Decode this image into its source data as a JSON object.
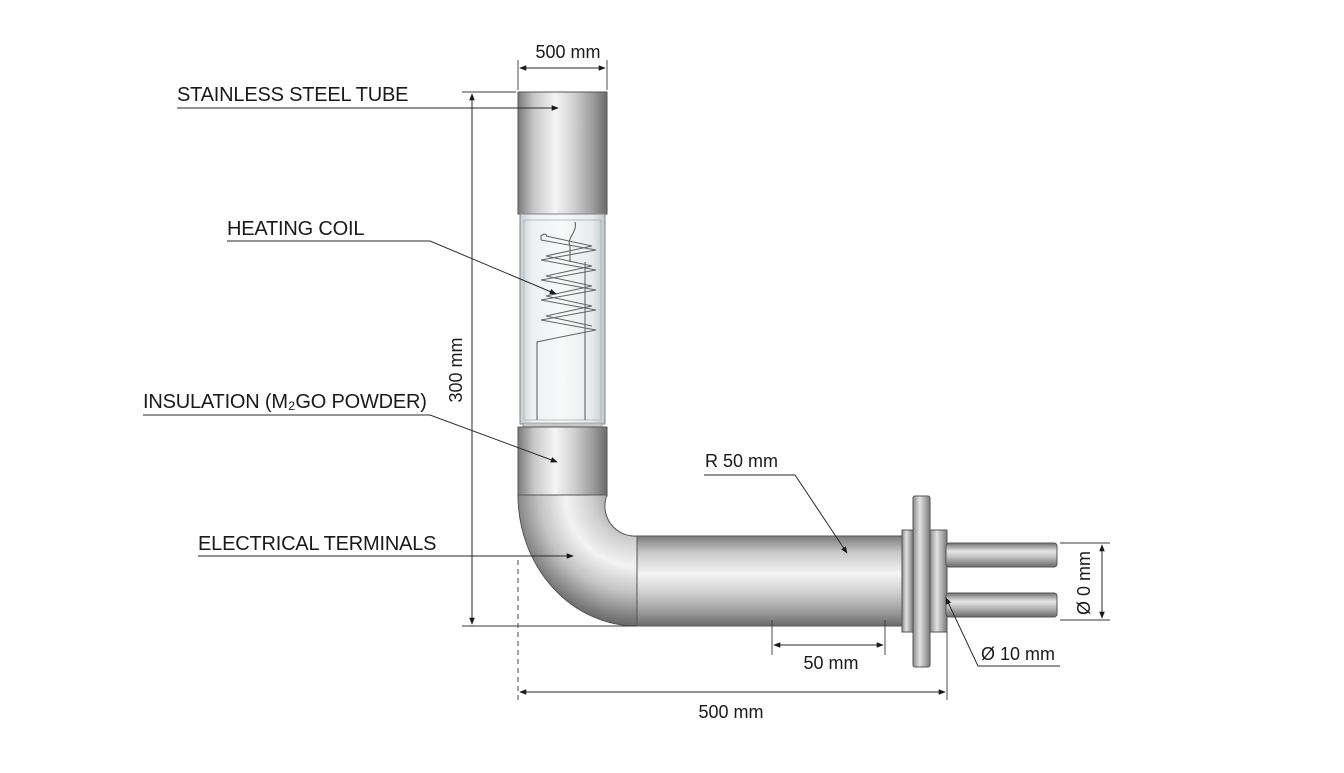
{
  "labels": {
    "stainless_steel_tube": "STAINLESS STEEL TUBE",
    "heating_coil": "HEATING COIL",
    "insulation": "INSULATION (M₂GO POWDER)",
    "electrical_terminals": "ELECTRICAL TERMINALS",
    "bend_radius": "R 50 mm"
  },
  "dimensions": {
    "top_width": "500 mm",
    "vertical_height": "300 mm",
    "horizontal_length": "500 mm",
    "segment_length": "50 mm",
    "terminal_diameter": "Ø 10 mm",
    "terminal_spacing": "Ø 0 mm"
  },
  "colors": {
    "steel_light": "#f2f2f2",
    "steel_mid": "#b4b4b4",
    "steel_dark": "#6e6e6e",
    "glass": "#eef2f3",
    "line": "#2a2a2a"
  }
}
